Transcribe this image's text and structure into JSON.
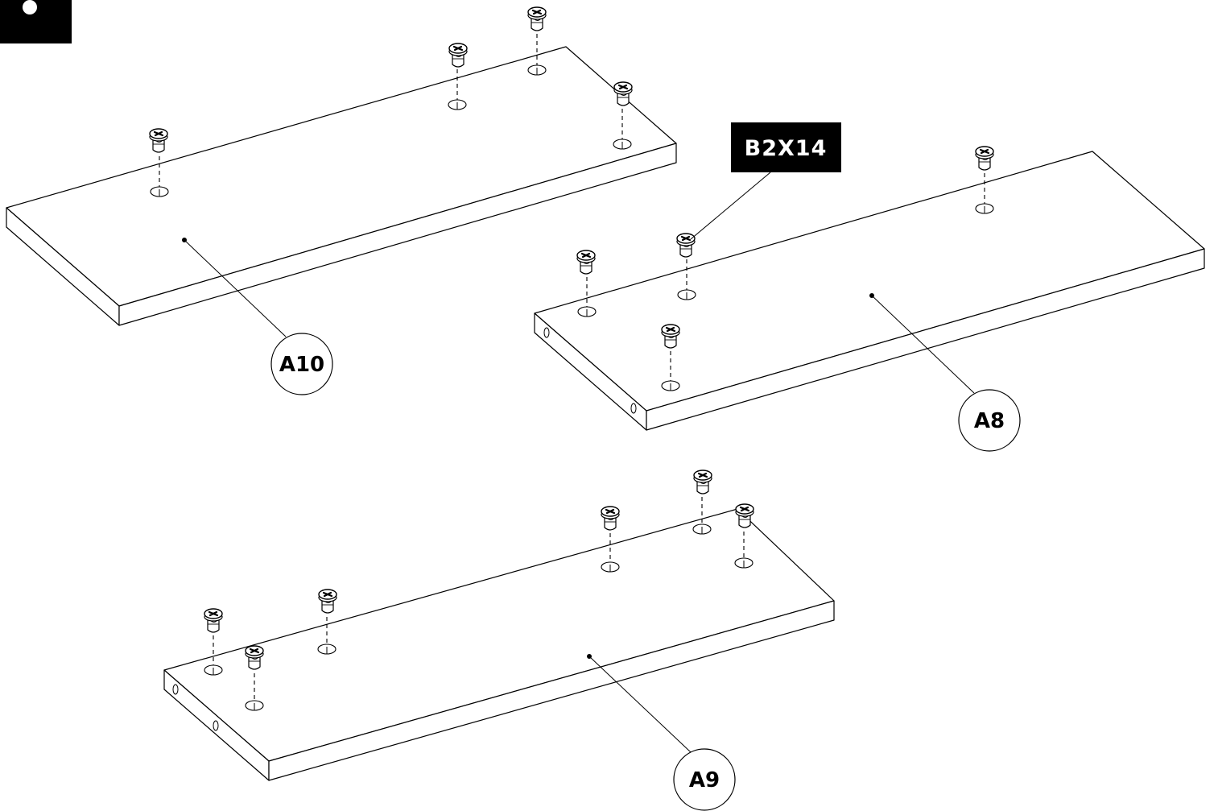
{
  "step_badge": {
    "bg": "#000000",
    "fg": "#ffffff"
  },
  "part_labels": {
    "a10": "A10",
    "a8": "A8",
    "a9": "A9"
  },
  "hardware_tag": {
    "label": "B2X14",
    "bg": "#000000",
    "fg": "#ffffff"
  },
  "icons": [
    "cam-dowel-icon",
    "dowel-hole-icon",
    "step-badge-icon"
  ]
}
